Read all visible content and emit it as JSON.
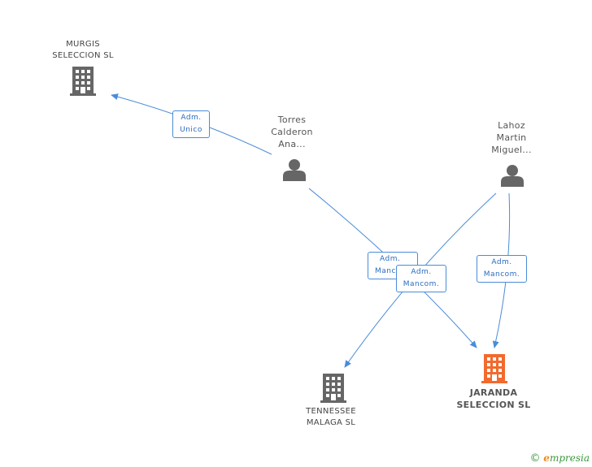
{
  "nodes": {
    "murgis": {
      "line1": "MURGIS",
      "line2": "SELECCION SL",
      "icon": "building-icon",
      "color": "#666666"
    },
    "torres": {
      "line1": "Torres",
      "line2": "Calderon",
      "line3": "Ana...",
      "icon": "person-icon",
      "color": "#666666"
    },
    "lahoz": {
      "line1": "Lahoz",
      "line2": "Martin",
      "line3": "Miguel...",
      "icon": "person-icon",
      "color": "#666666"
    },
    "tennessee": {
      "line1": "TENNESSEE",
      "line2": "MALAGA SL",
      "icon": "building-icon",
      "color": "#666666"
    },
    "jaranda": {
      "line1": "JARANDA",
      "line2": "SELECCION SL",
      "icon": "building-icon",
      "color": "#f26a2e"
    }
  },
  "edges": {
    "torres_murgis": {
      "line1": "Adm.",
      "line2": "Unico"
    },
    "torres_jaranda": {
      "line1": "Adm.",
      "line2": "Mancom."
    },
    "lahoz_tennessee": {
      "line1": "Adm.",
      "line2": "Mancom."
    },
    "lahoz_jaranda": {
      "line1": "Adm.",
      "line2": "Mancom."
    }
  },
  "edge_color": "#4a8cd8",
  "footer": {
    "copyright": "©",
    "brand_first": "e",
    "brand_rest": "mpresia"
  }
}
